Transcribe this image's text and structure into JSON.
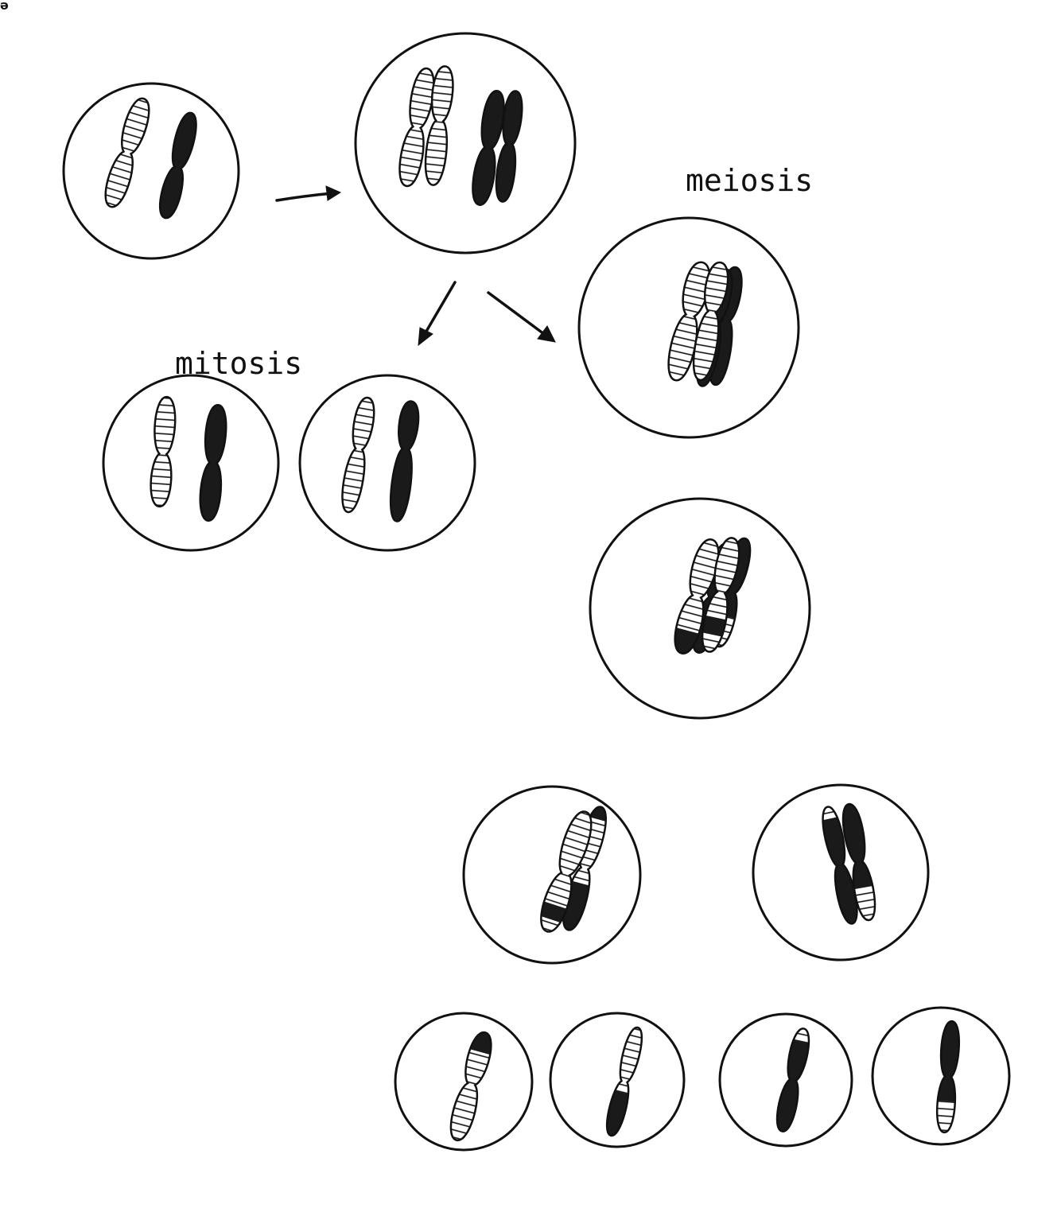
{
  "labels": {
    "corner_fragment": "ə",
    "mitosis": "mitosis",
    "meiosis": "meiosis"
  },
  "colors": {
    "ink": "#111111",
    "paper": "#ffffff",
    "dark_chromosome": "#1a1a1a"
  }
}
